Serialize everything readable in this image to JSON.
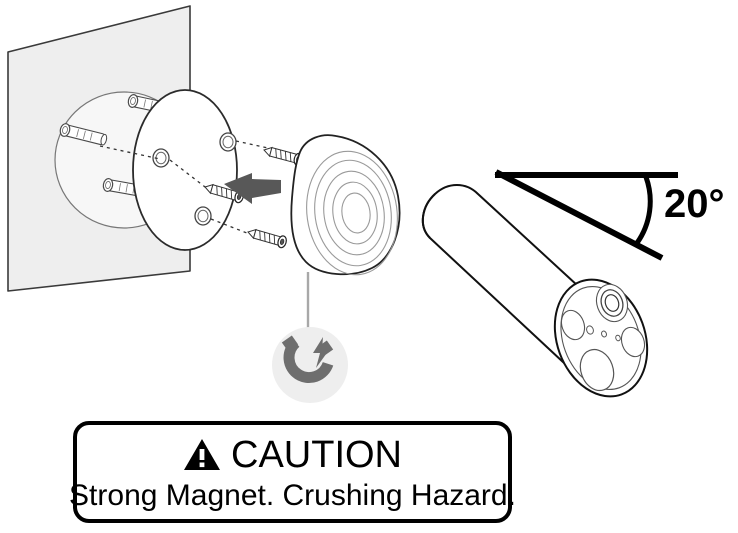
{
  "figure": {
    "title": "Magnetic wall mount installation diagram",
    "type": "technical-line-illustration"
  },
  "annotations": {
    "angle": {
      "value": "20°",
      "name": "tilt-angle"
    },
    "magnet_badge": {
      "icon": "magnet-icon",
      "background_color": "#eeeeee",
      "icon_color": "#6e6e6e"
    }
  },
  "caution": {
    "icon": "warning-triangle-icon",
    "title": "CAUTION",
    "message": "Strong Magnet. Crushing Hazard.",
    "border_color": "#000000",
    "background_color": "#ffffff"
  },
  "parts": {
    "wall_plate": {
      "name": "wall-surface",
      "fill": "#eeeeee",
      "stroke": "#3a3a3a"
    },
    "backing_disc": {
      "name": "wall-backing-disc",
      "fill": "#ffffff",
      "stroke": "#555555"
    },
    "mount_plate": {
      "name": "mount-plate",
      "fill": "#ffffff",
      "stroke": "#2b2b2b",
      "screw_hole_count": 3
    },
    "anchors": {
      "name": "wall-anchor",
      "count": 3,
      "stroke": "#555555"
    },
    "screws": {
      "name": "mounting-screw",
      "count": 3,
      "stroke": "#333333"
    },
    "magnetic_mount": {
      "name": "magnetic-dome-mount",
      "fill": "#ffffff",
      "stroke": "#222222",
      "ring_count": 5
    },
    "camera": {
      "name": "camera-body",
      "fill": "#ffffff",
      "stroke": "#111111",
      "face_elements": [
        "lens",
        "sensor-left",
        "sensor-right",
        "indicator-dots",
        "speaker-oval"
      ]
    },
    "arrow": {
      "name": "assembly-direction-arrow",
      "fill": "#585858",
      "direction": "left"
    },
    "leader_line": {
      "name": "magnet-leader-line",
      "stroke": "#a8a8a8"
    }
  }
}
